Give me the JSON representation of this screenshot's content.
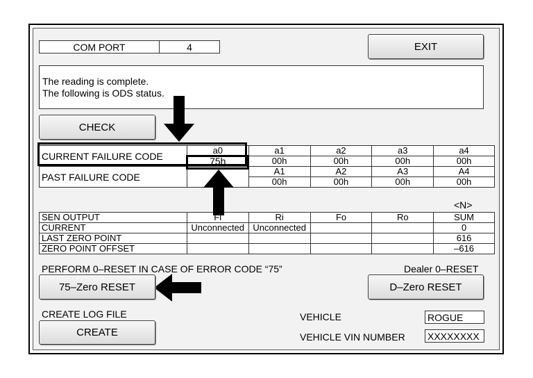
{
  "com_port": {
    "label": "COM PORT",
    "value": "4"
  },
  "exit_label": "EXIT",
  "message": {
    "line1": "The reading is complete.",
    "line2": "The following is ODS status."
  },
  "check_label": "CHECK",
  "failure_table": {
    "current_label": "CURRENT FAILURE CODE",
    "past_label": "PAST FAILURE CODE",
    "current_headers": [
      "a0",
      "a1",
      "a2",
      "a3",
      "a4"
    ],
    "current_values": [
      "75h",
      "00h",
      "00h",
      "00h",
      "00h"
    ],
    "past_headers": [
      "A1",
      "A2",
      "A3",
      "A4"
    ],
    "past_values": [
      "00h",
      "00h",
      "00h",
      "00h"
    ]
  },
  "sensor_table": {
    "unit_label": "<N>",
    "headers": [
      "SEN OUTPUT",
      "Fi",
      "Ri",
      "Fo",
      "Ro",
      "SUM"
    ],
    "rows": [
      {
        "label": "CURRENT",
        "cells": [
          "Unconnected",
          "Unconnected",
          "",
          "",
          "0"
        ]
      },
      {
        "label": "LAST ZERO POINT",
        "cells": [
          "",
          "",
          "",
          "",
          "616"
        ]
      },
      {
        "label": "ZERO POINT OFFSET",
        "cells": [
          "",
          "",
          "",
          "",
          "–616"
        ]
      }
    ]
  },
  "reset_instruction": "PERFORM 0–RESET IN CASE OF ERROR CODE “75”",
  "dealer_reset_label": "Dealer 0–RESET",
  "zero_reset_75_label": "75–Zero RESET",
  "d_zero_reset_label": "D–Zero RESET",
  "create_log_label": "CREATE LOG FILE",
  "create_label": "CREATE",
  "vehicle": {
    "label": "VEHICLE",
    "value": "ROGUE"
  },
  "vin": {
    "label": "VEHICLE VIN NUMBER",
    "value": "XXXXXXXX"
  }
}
